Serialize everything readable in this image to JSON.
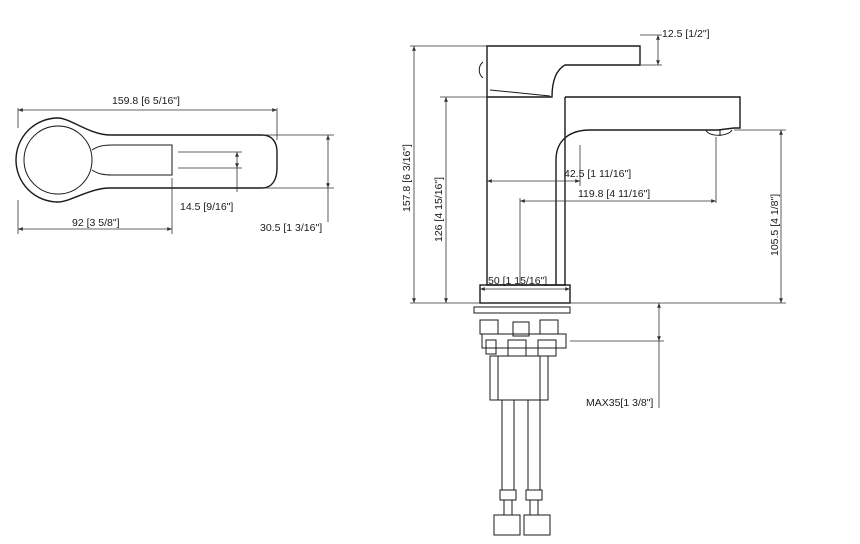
{
  "drawing": {
    "top_view": {
      "overall_length": "159.8 [6 5/16\"]",
      "slot_offset": "14.5 [9/16\"]",
      "round_to_slot": "92 [3 5/8\"]",
      "handle_width": "30.5 [1 3/16\"]"
    },
    "side_view": {
      "handle_offset": "12.5 [1/2\"]",
      "overall_height": "157.8 [6 3/16\"]",
      "spout_height": "126 [4 15/16\"]",
      "body_to_aerator": "42.5 [1 11/16\"]",
      "spout_reach": "119.8 [4 11/16\"]",
      "aerator_height": "105.5 [4 1/8\"]",
      "base_diameter": "50 [1 15/16\"]",
      "max_deck": "MAX35[1 3/8\"]"
    }
  }
}
